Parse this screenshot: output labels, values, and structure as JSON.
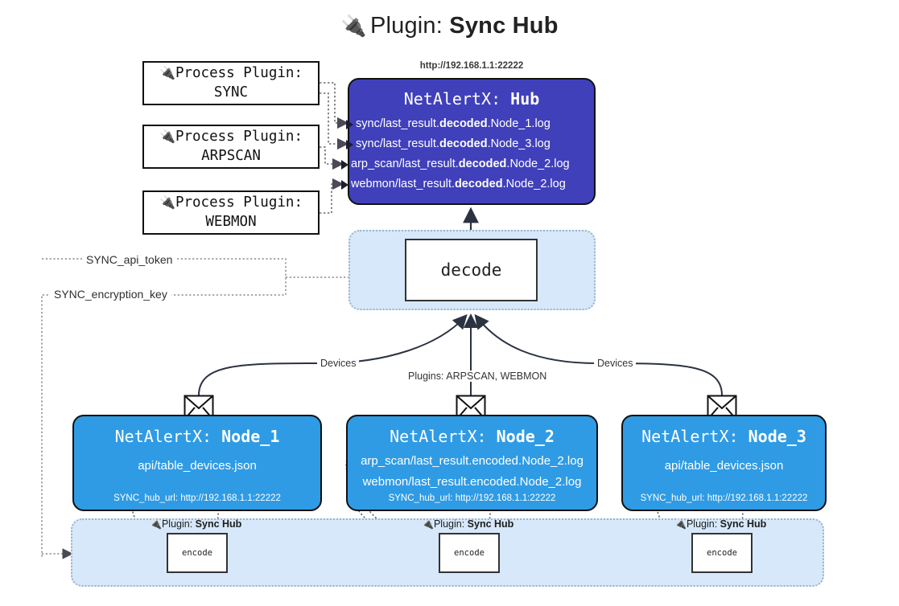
{
  "page": {
    "title_prefix": "Plugin:",
    "title_name": "Sync Hub",
    "plug_icon": "🔌"
  },
  "process_plugins": [
    {
      "header": "Process Plugin:",
      "name": "SYNC"
    },
    {
      "header": "Process Plugin:",
      "name": "ARPSCAN"
    },
    {
      "header": "Process Plugin:",
      "name": "WEBMON"
    }
  ],
  "hub": {
    "url": "http://192.168.1.1:22222",
    "title_prefix": "NetAlertX:",
    "title_name": "Hub",
    "lines": [
      {
        "pre": "sync/last_result.",
        "strong": "decoded",
        "post": ".Node_1.log"
      },
      {
        "pre": "sync/last_result.",
        "strong": "decoded",
        "post": ".Node_3.log"
      },
      {
        "pre": "arp_scan/last_result.",
        "strong": "decoded",
        "post": ".Node_2.log"
      },
      {
        "pre": "webmon/last_result.",
        "strong": "decoded",
        "post": ".Node_2.log"
      }
    ]
  },
  "decode": {
    "label": "decode"
  },
  "tokens": {
    "api_token": "SYNC_api_token",
    "encryption_key": "SYNC_encryption_key"
  },
  "edge_labels": {
    "devices_left": "Devices",
    "devices_right": "Devices",
    "plugins_center": "Plugins: ARPSCAN, WEBMON"
  },
  "nodes": [
    {
      "title_prefix": "NetAlertX:",
      "title_name": "Node_1",
      "lines": [
        "api/table_devices.json"
      ],
      "hub_url": "SYNC_hub_url: http://192.168.1.1:22222"
    },
    {
      "title_prefix": "NetAlertX:",
      "title_name": "Node_2",
      "lines": [
        "arp_scan/last_result.encoded.Node_2.log",
        "webmon/last_result.encoded.Node_2.log"
      ],
      "hub_url": "SYNC_hub_url: http://192.168.1.1:22222"
    },
    {
      "title_prefix": "NetAlertX:",
      "title_name": "Node_3",
      "lines": [
        "api/table_devices.json"
      ],
      "hub_url": "SYNC_hub_url: http://192.168.1.1:22222"
    }
  ],
  "encoders": [
    {
      "tag_prefix": "Plugin:",
      "tag_name": "Sync Hub",
      "label": "encode"
    },
    {
      "tag_prefix": "Plugin:",
      "tag_name": "Sync Hub",
      "label": "encode"
    },
    {
      "tag_prefix": "Plugin:",
      "tag_name": "Sync Hub",
      "label": "encode"
    }
  ],
  "colors": {
    "hub_fill": "#4040bb",
    "node_fill": "#2f9be5",
    "pool_fill": "#d6e8fa",
    "stroke": "#111111"
  }
}
